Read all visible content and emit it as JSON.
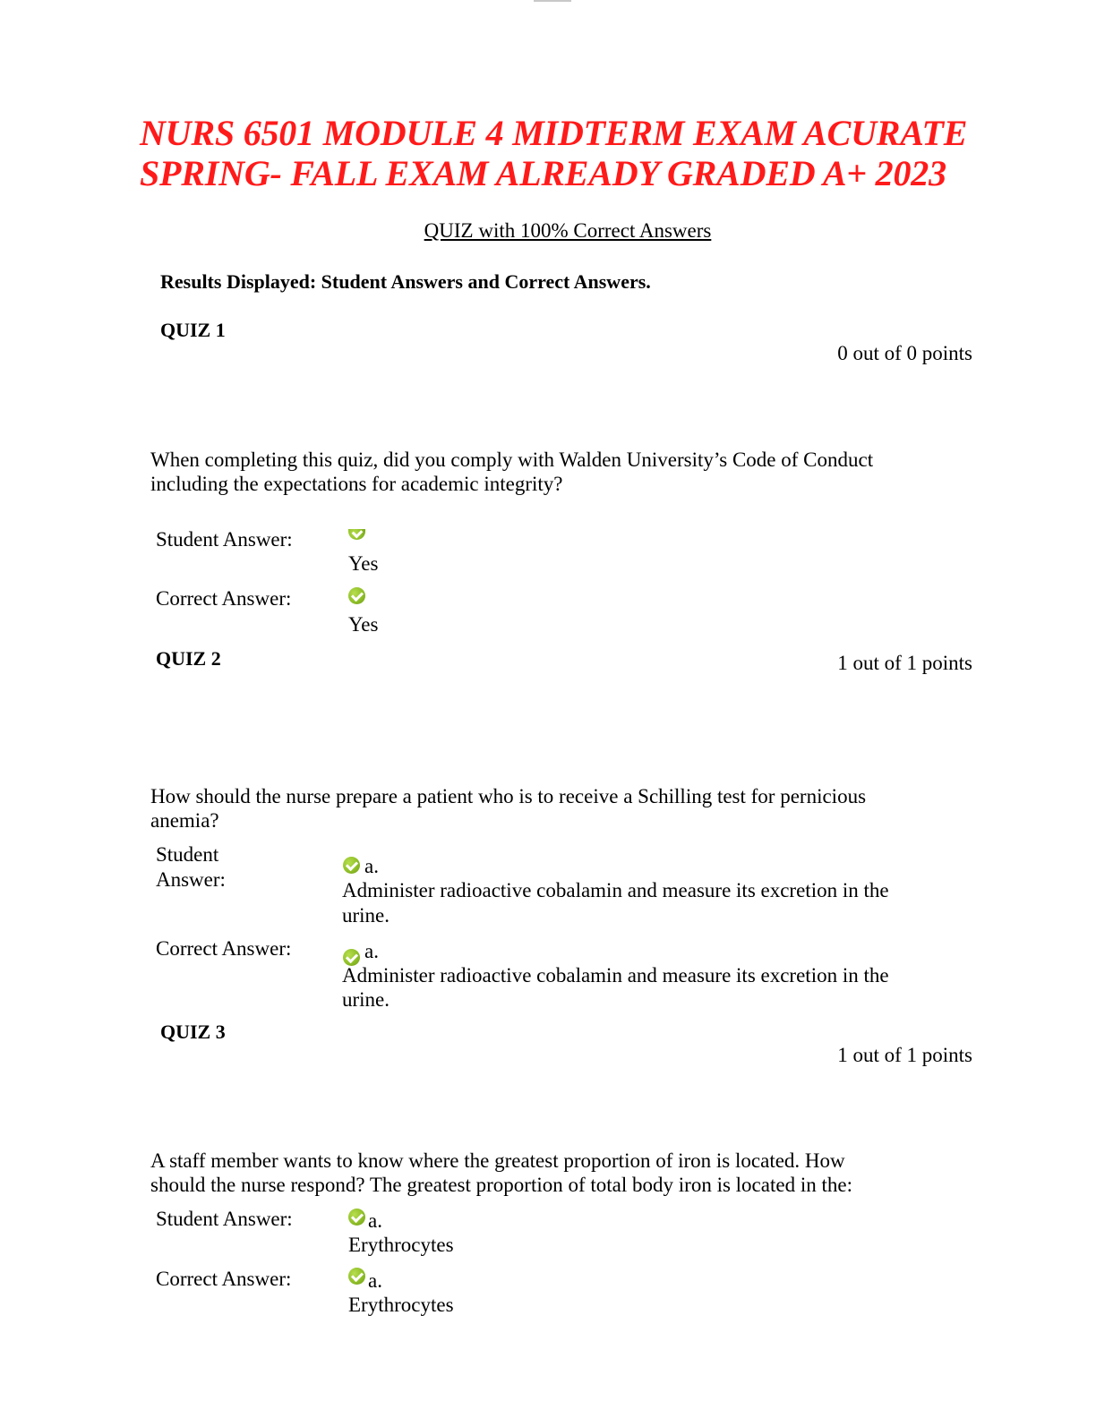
{
  "title_line1": "NURS 6501 MODULE 4 MIDTERM EXAM ACURATE",
  "title_line2": "SPRING- FALL EXAM ALREADY GRADED A+ 2023",
  "subtitle": "QUIZ with 100% Correct Answers",
  "results_displayed": "Results Displayed: Student Answers and Correct Answers.",
  "quizzes": [
    {
      "label": "QUIZ 1",
      "points": "0 out of 0 points",
      "question_line1": "When completing this quiz, did you comply with Walden University’s Code of Conduct",
      "question_line2": "including the expectations for academic integrity?",
      "student_label": "Student Answer:",
      "student_answer": "Yes",
      "correct_label": "Correct Answer:",
      "correct_answer": "Yes"
    },
    {
      "label": "QUIZ 2",
      "points": "1 out of 1 points",
      "question_line1": "How should the nurse prepare a patient who is to receive a Schilling test for pernicious",
      "question_line2": "anemia?",
      "student_label_line1": "Student",
      "student_label_line2": "Answer:",
      "student_letter": "a.",
      "student_answer_line1": "Administer radioactive cobalamin and measure its excretion in the",
      "student_answer_line2": "urine.",
      "correct_label": "Correct Answer:",
      "correct_letter": "a.",
      "correct_answer_line1": "Administer radioactive cobalamin and measure its excretion in the",
      "correct_answer_line2": "urine."
    },
    {
      "label": "QUIZ 3",
      "points": "1 out of 1 points",
      "question_line1": "A staff member wants to know where the greatest proportion of iron is located. How",
      "question_line2": "should the nurse respond? The greatest proportion of total body iron is located in the:",
      "student_label": "Student Answer:",
      "student_letter": "a.",
      "student_answer": "Erythrocytes",
      "correct_label": "Correct Answer:",
      "correct_letter": "a.",
      "correct_answer": "Erythrocytes"
    }
  ],
  "icons": {
    "correct": "check-circle-icon",
    "check_color": "#8fbf27",
    "title_color": "#ff1a1a"
  }
}
